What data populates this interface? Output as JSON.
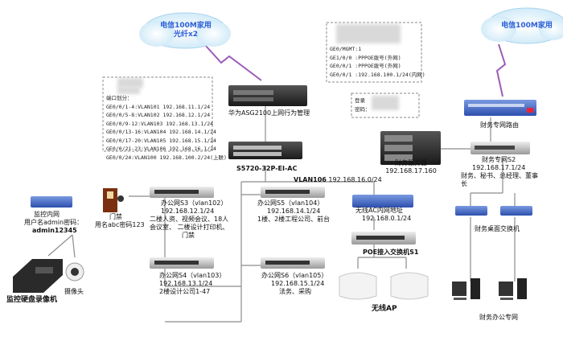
{
  "isp_left": {
    "line1": "电信100M家用",
    "line2": "光纤x2"
  },
  "isp_right": {
    "label": "电信100M家用"
  },
  "gateway": {
    "label": "华为ASG2100上网行为管理"
  },
  "gateway_config": {
    "lines": [
      "GE0/MGMT:1",
      "GE1/0/0  :PPPOE拨号(外网)",
      "GE0/0/1  :PPPOE拨号(外网)",
      "GE0/0/1 :192.168.100.1/24(内网)"
    ]
  },
  "core_switch": {
    "label": "S5720-32P-EI-AC"
  },
  "vlan_config": {
    "title": "端口划分：",
    "lines": [
      "GE0/0/1-4:VLAN101 192.168.11.1/24",
      "GE0/0/5-8:VLAN102 192.168.12.1/24",
      "GE0/0/9-12:VLAN103 192.168.13.1/24",
      "GE0/0/13-16:VLAN104 192.168.14.1/24",
      "GE0/0/17-20:VLAN105 192.168.15.1/24",
      "GE0/0/21-23:VLAN106 192.168.16.1/24",
      "GE0/0/24:VLAN100 192.168.100.2/24(上联)"
    ]
  },
  "finance_router": {
    "label": "财务专网路由"
  },
  "finance_router_config": {
    "lines": [
      "登录",
      "密码："
    ]
  },
  "finance_s2": {
    "title": "财务专网S2",
    "ip": "192.168.17.1/24",
    "desc1": "财务、秘书、总经理、董事",
    "desc2": "长"
  },
  "finance_server": {
    "title": "财务服务器",
    "ip": "192.168.17.160"
  },
  "finance_desktop_switch": {
    "label": "财务桌面交换机"
  },
  "finance_office_net": {
    "label": "财务办公专网"
  },
  "vlan106": {
    "label": "VLAN106",
    "ip": "192.168.16.0/24"
  },
  "wireless_ac": {
    "title": "无线AC内网地址",
    "ip": "192.168.0.1/24"
  },
  "poe_switch": {
    "label": "POE接入交换机S1"
  },
  "wireless_ap": {
    "label": "无线AP"
  },
  "access_control": {
    "line1": "门禁",
    "line2": "用名abc密码123"
  },
  "s3": {
    "title": "办公网S3（vlan102）",
    "ip": "192.168.12.1/24",
    "desc1": "二楼人资、视频会议、18人",
    "desc2": "会议室、    二楼设计打印机、",
    "desc3": "门禁"
  },
  "s4": {
    "title": "办公网S4（vlan103）",
    "ip": "192.168.13.1/24",
    "desc": "2楼设计公司1-47"
  },
  "s5": {
    "title": "办公网S5（vlan104）",
    "ip": "192.168.14.1/24",
    "desc": "1楼、2楼工程公司、前台"
  },
  "s6": {
    "title": "办公网S6（vlan105）",
    "ip": "192.168.15.1/24",
    "desc": "法务、采购"
  },
  "monitor_net": {
    "line1": "监控内网",
    "line2": "用户名admin密码：",
    "line3": "admin12345"
  },
  "dvr": {
    "label": "监控硬盘录像机"
  },
  "camera": {
    "label": "摄像头"
  }
}
